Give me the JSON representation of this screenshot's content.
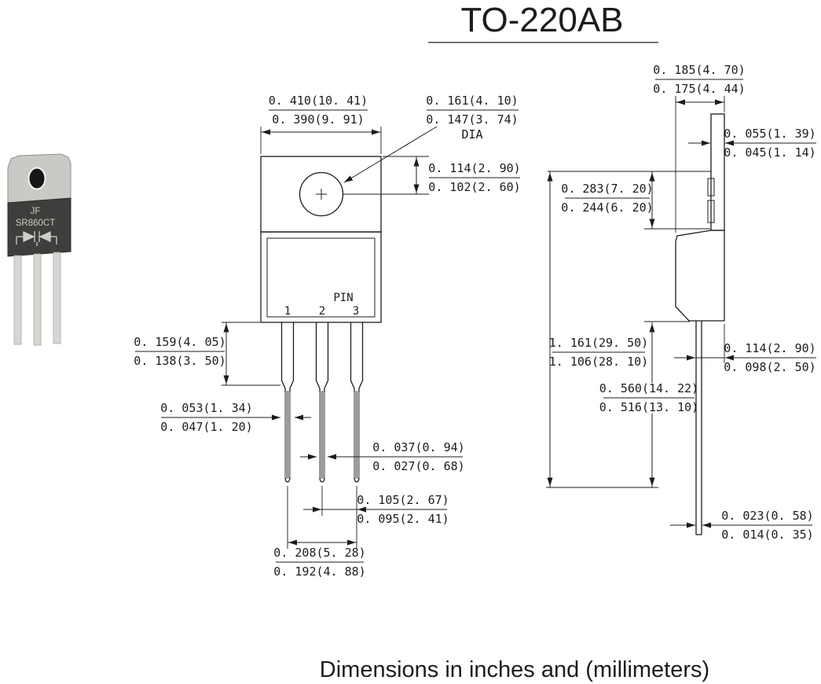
{
  "title": "TO-220AB",
  "footer": "Dimensions in inches and (millimeters)",
  "package_label": {
    "brand": "JF",
    "part": "SR860CT"
  },
  "front_view": {
    "pin_label": "PIN",
    "pin_numbers": [
      "1",
      "2",
      "3"
    ]
  },
  "dimensions": {
    "front": {
      "tab_width": {
        "max": "0. 410(10. 41)",
        "min": "0. 390(9. 91)"
      },
      "hole_diameter": {
        "max": "0. 161(4. 10)",
        "min": "0. 147(3. 74)",
        "suffix": "DIA"
      },
      "hole_center_offset": {
        "max": "0. 114(2. 90)",
        "min": "0. 102(2. 60)"
      },
      "lead_shoulder_length": {
        "max": "0. 159(4. 05)",
        "min": "0. 138(3. 50)"
      },
      "lead_width_upper": {
        "max": "0. 053(1. 34)",
        "min": "0. 047(1. 20)"
      },
      "lead_width_lower": {
        "max": "0. 037(0. 94)",
        "min": "0. 027(0. 68)"
      },
      "pin_pitch": {
        "max": "0. 105(2. 67)",
        "min": "0. 095(2. 41)"
      },
      "pin_span": {
        "max": "0. 208(5. 28)",
        "min": "0. 192(4. 88)"
      }
    },
    "side": {
      "body_depth": {
        "max": "0. 185(4. 70)",
        "min": "0. 175(4. 44)"
      },
      "tab_thickness": {
        "max": "0. 055(1. 39)",
        "min": "0. 045(1. 14)"
      },
      "tab_height": {
        "max": "0. 283(7. 20)",
        "min": "0. 244(6. 20)"
      },
      "overall_length": {
        "max": "1. 161(29. 50)",
        "min": "1. 106(28. 10)"
      },
      "lead_length": {
        "max": "0. 560(14. 22)",
        "min": "0. 516(13. 10)"
      },
      "body_thickness": {
        "max": "0. 114(2. 90)",
        "min": "0. 098(2. 50)"
      },
      "lead_thickness": {
        "max": "0. 023(0. 58)",
        "min": "0. 014(0. 35)"
      }
    }
  }
}
